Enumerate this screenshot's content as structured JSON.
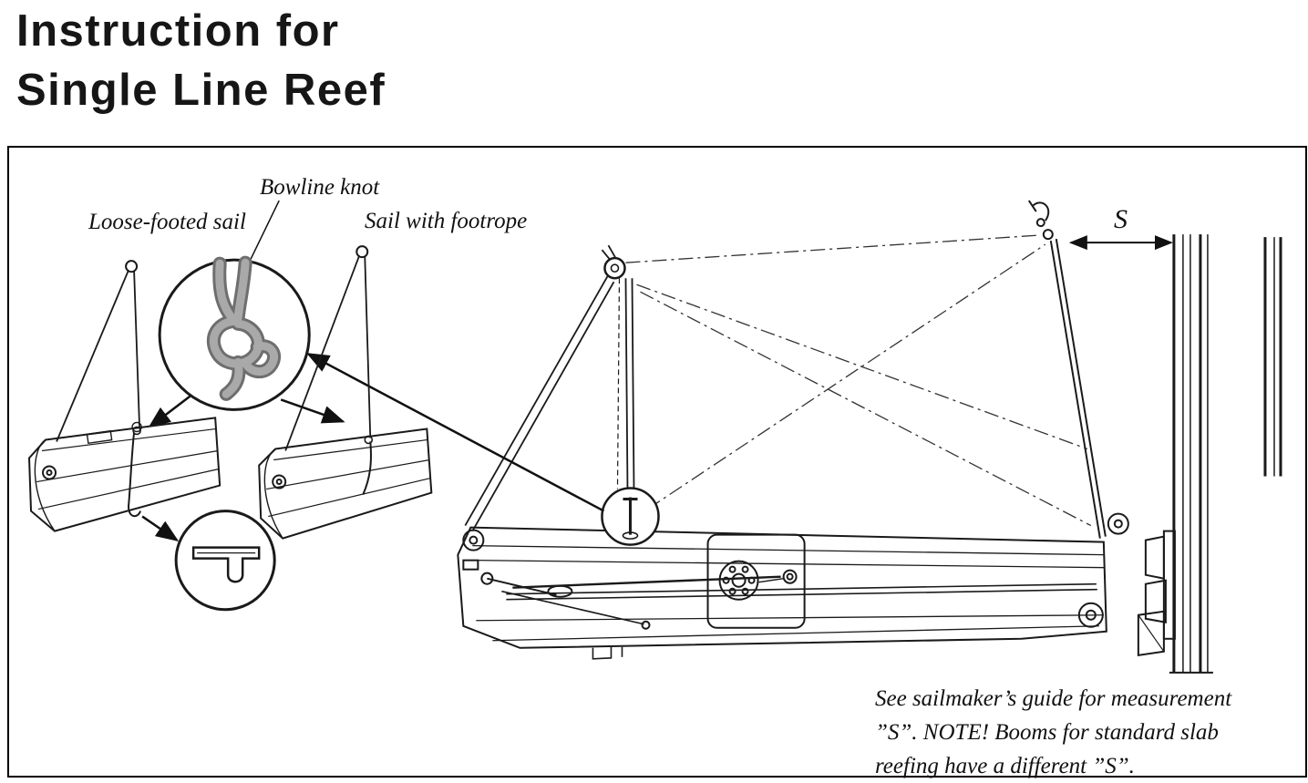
{
  "page": {
    "title": {
      "line1": "Instruction for",
      "line2": "Single Line Reef"
    }
  },
  "diagram": {
    "labels": {
      "bowline_knot": "Bowline knot",
      "loose_footed_sail": "Loose-footed sail",
      "sail_with_footrope": "Sail with footrope",
      "measurement_s": "S"
    },
    "note": {
      "line1": "See sailmaker’s guide for measurement",
      "line2": "”S”. NOTE! Booms for standard slab",
      "line3": "reefing have a different ”S”."
    },
    "colors": {
      "ink": "#1a1a1a",
      "rope_fill": "#a9a9a9",
      "rope_edge": "#6e6e6e",
      "background": "#ffffff"
    }
  }
}
